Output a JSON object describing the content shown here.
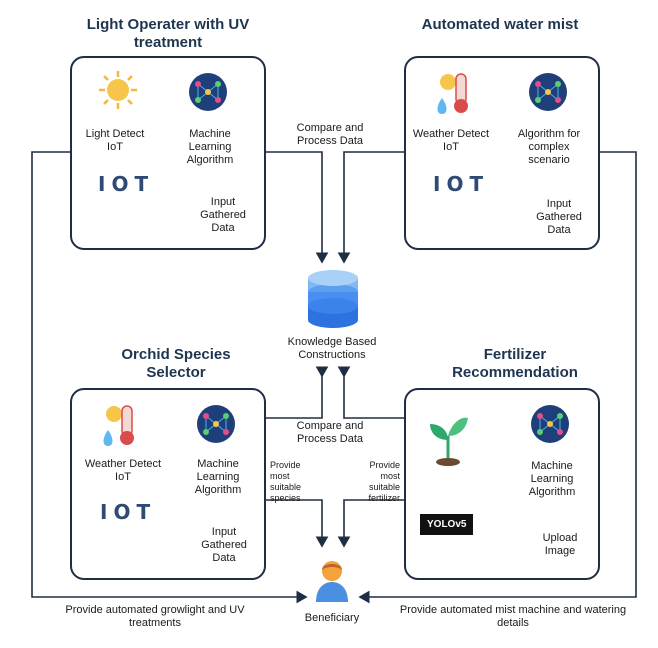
{
  "sections": {
    "tl_title": "Light Operater with UV treatment",
    "tr_title": "Automated water mist",
    "bl_title": "Orchid Species Selector",
    "br_title": "Fertilizer Recommendation"
  },
  "tl": {
    "sensor": "Light Detect IoT",
    "algo": "Machine Learning Algorithm",
    "input": "Input Gathered Data"
  },
  "tr": {
    "sensor": "Weather Detect IoT",
    "algo": "Algorithm for complex scenario",
    "input": "Input Gathered Data"
  },
  "bl": {
    "sensor": "Weather Detect IoT",
    "algo": "Machine Learning Algorithm",
    "input": "Input Gathered Data"
  },
  "br": {
    "algo": "Machine Learning Algorithm",
    "yolo": "YOLOv5",
    "upload": "Upload Image"
  },
  "center": {
    "compare_top": "Compare and Process Data",
    "compare_bottom": "Compare and Process Data",
    "kb": "Knowledge Based Constructions",
    "species": "Provide most suitable species",
    "fertilizer": "Provide most suitable fertilizer",
    "beneficiary": "Beneficiary"
  },
  "bottom": {
    "left": "Provide automated growlight and UV treatments",
    "right": "Provide automated mist machine and watering details"
  },
  "iot_text": "IOT",
  "icons": [
    "sun-icon",
    "ml-network-icon",
    "iot-icon",
    "weather-icon",
    "database-icon",
    "plant-icon",
    "user-icon"
  ],
  "colors": {
    "dark": "#1e2f44",
    "db_light": "#7fb9f2",
    "db_dark": "#2e72e0",
    "user": "#4a8fe0",
    "user_head": "#f2a33b",
    "plant": "#2fa86a"
  }
}
